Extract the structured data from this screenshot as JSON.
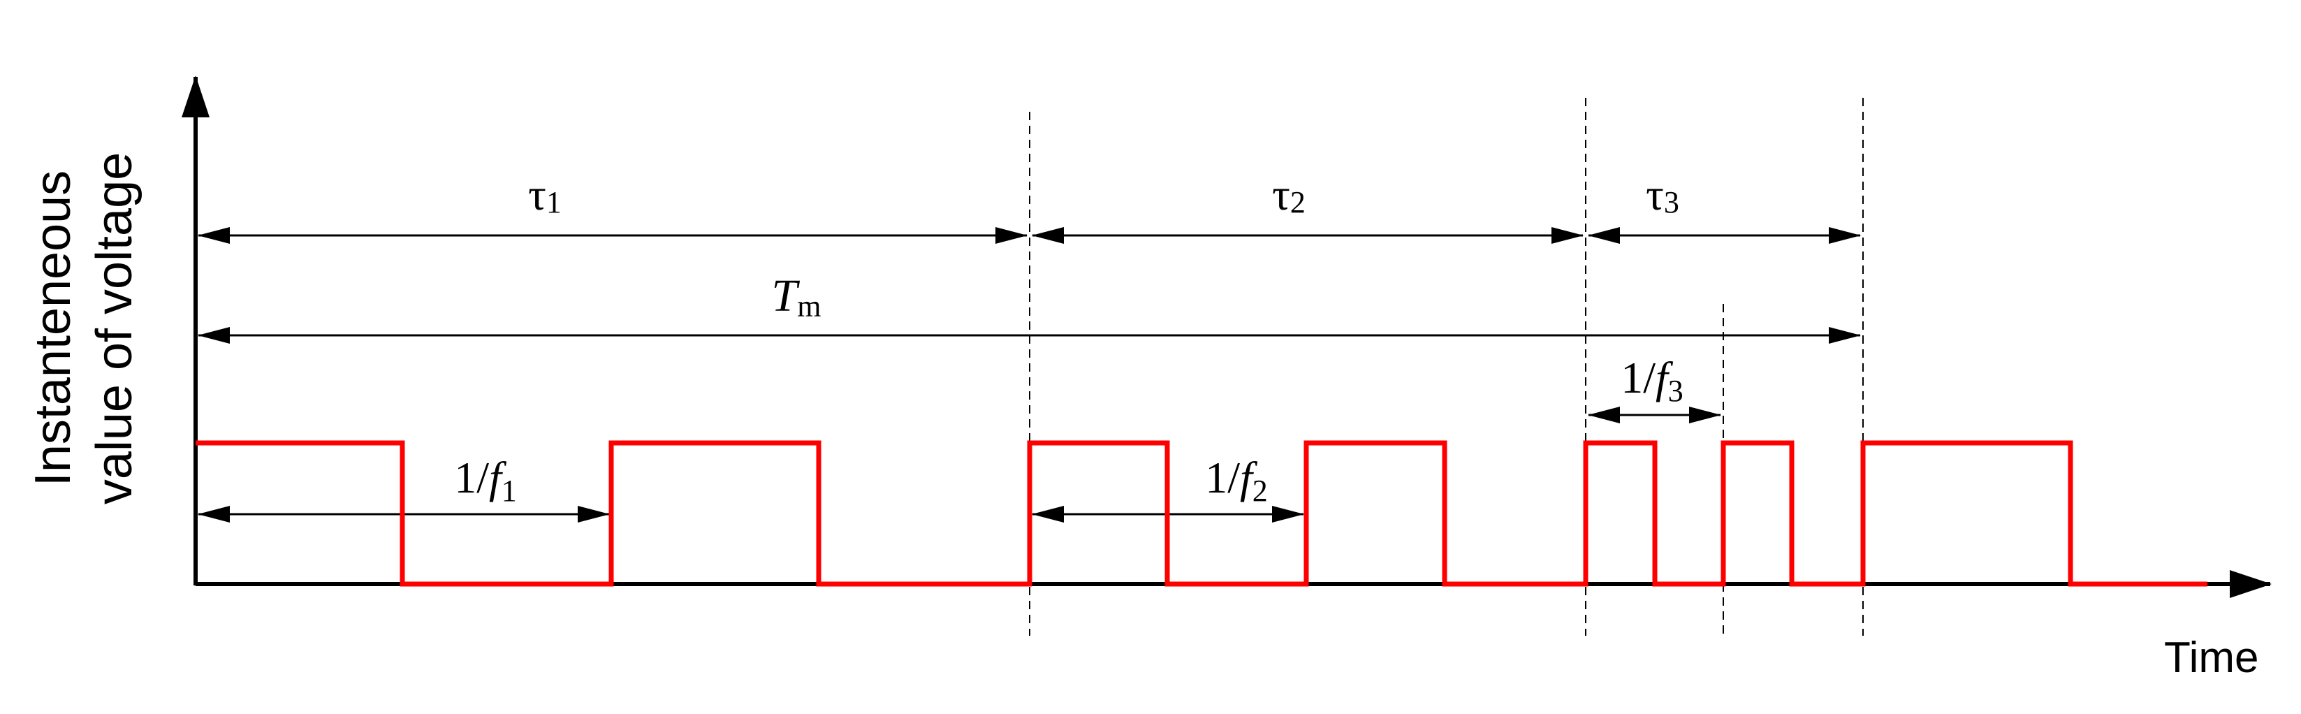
{
  "axes": {
    "y_label_line1": "Instanteneous",
    "y_label_line2": "value of voltage",
    "x_label": "Time"
  },
  "intervals": {
    "tau1": {
      "symbol": "τ",
      "sub": "1"
    },
    "tau2": {
      "symbol": "τ",
      "sub": "2"
    },
    "tau3": {
      "symbol": "τ",
      "sub": "3"
    },
    "Tm": {
      "symbol": "T",
      "sub": "m"
    }
  },
  "periods": {
    "p1": {
      "prefix": "1/",
      "symbol": "f",
      "sub": "1"
    },
    "p2": {
      "prefix": "1/",
      "symbol": "f",
      "sub": "2"
    },
    "p3": {
      "prefix": "1/",
      "symbol": "f",
      "sub": "3"
    }
  },
  "colors": {
    "waveform": "#ff0000",
    "lines": "#000000"
  }
}
